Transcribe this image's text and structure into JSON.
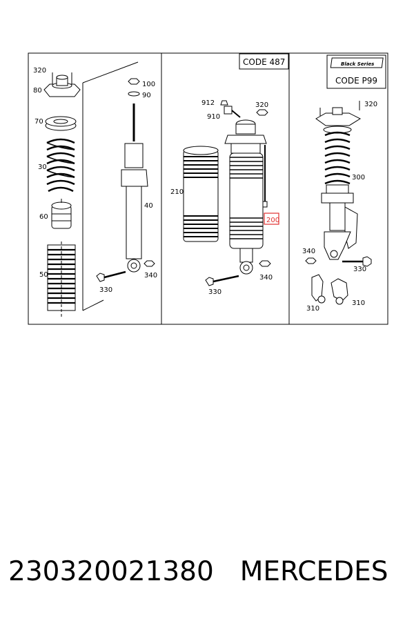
{
  "codes": {
    "code_487": "CODE 487",
    "black_series": "Black Series",
    "code_p99": "CODE P99"
  },
  "labels": {
    "l320a": "320",
    "l80": "80",
    "l70": "70",
    "l30": "30",
    "l60": "60",
    "l50": "50",
    "l100": "100",
    "l90": "90",
    "l40": "40",
    "l330a": "330",
    "l340a": "340",
    "l912": "912",
    "l910": "910",
    "l320b": "320",
    "l210": "210",
    "l200": "200",
    "l330b": "330",
    "l340b": "340",
    "l320c": "320",
    "l300": "300",
    "l340c": "340",
    "l330c": "330",
    "l310a": "310",
    "l310b": "310"
  },
  "highlight_color": "#e0302f",
  "caption": {
    "part_number": "230320021380",
    "brand": "MERCEDES"
  }
}
